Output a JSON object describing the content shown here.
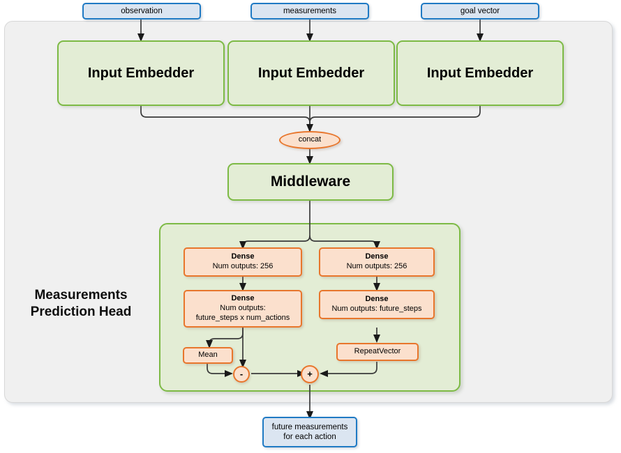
{
  "diagram": {
    "title": "Measurements Prediction Head",
    "inputs": [
      {
        "label": "observation"
      },
      {
        "label": "measurements"
      },
      {
        "label": "goal vector"
      }
    ],
    "embedders": [
      {
        "label": "Input Embedder"
      },
      {
        "label": "Input Embedder"
      },
      {
        "label": "Input Embedder"
      }
    ],
    "concat": {
      "label": "concat"
    },
    "middleware": {
      "label": "Middleware"
    },
    "head": {
      "label": "Measurements\nPrediction Head",
      "label_line1": "Measurements",
      "label_line2": "Prediction Head",
      "left_branch": {
        "dense1": {
          "title": "Dense",
          "subtitle": "Num outputs: 256"
        },
        "dense2": {
          "title": "Dense",
          "subtitle_line1": "Num outputs:",
          "subtitle_line2": "future_steps x num_actions"
        },
        "mean": {
          "label": "Mean"
        },
        "op": {
          "label": "-"
        }
      },
      "right_branch": {
        "dense1": {
          "title": "Dense",
          "subtitle": "Num outputs: 256"
        },
        "dense2": {
          "title": "Dense",
          "subtitle": "Num outputs: future_steps"
        },
        "repeat_vector": {
          "label": "RepeatVector"
        },
        "op": {
          "label": "+"
        }
      }
    },
    "output": {
      "line1": "future measurements",
      "line2": "for each action"
    },
    "colors": {
      "blue_fill": "#dbe5f1",
      "blue_border": "#1f7ac4",
      "green_fill": "#e3edd5",
      "green_border": "#7dba45",
      "orange_fill": "#fbe0cd",
      "orange_border": "#e8762c",
      "panel_fill": "#f0f0f0",
      "panel_border": "#d7d7d7",
      "wire": "#3a3a3a"
    }
  }
}
